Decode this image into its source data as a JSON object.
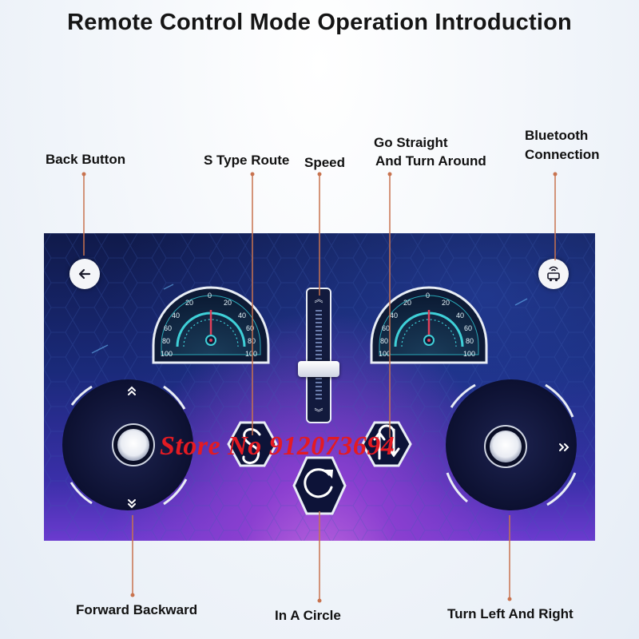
{
  "title": "Remote Control Mode Operation Introduction",
  "labels": {
    "back_button": "Back Button",
    "s_type_route": "S Type Route",
    "speed": "Speed",
    "go_straight_line1": "Go Straight",
    "go_straight_line2": "And Turn Around",
    "bluetooth_line1": "Bluetooth",
    "bluetooth_line2": "Connection",
    "forward_backward": "Forward Backward",
    "in_a_circle": "In A Circle",
    "turn_left_right": "Turn Left And Right"
  },
  "gauges": {
    "ticks_left": [
      "20",
      "40",
      "60",
      "80",
      "100"
    ],
    "ticks_right": [
      "20",
      "40",
      "60",
      "80",
      "100"
    ],
    "center_tick": "0"
  },
  "speed_slider": {
    "value_fraction": 0.35
  },
  "watermark": "Store No 912073694",
  "colors": {
    "accent_teal": "#3fd0d8",
    "needle": "#e0405a",
    "connector_line": "#c8734f",
    "watermark": "#e31b23"
  },
  "icons": {
    "back": "arrow-left-icon",
    "bluetooth": "bluetooth-car-icon",
    "s_route": "s-route-icon",
    "circle": "circle-route-icon",
    "straight_turn": "straight-turnaround-icon",
    "up": "chevron-up-icon",
    "down": "chevron-down-icon",
    "right": "chevron-right-icon"
  }
}
